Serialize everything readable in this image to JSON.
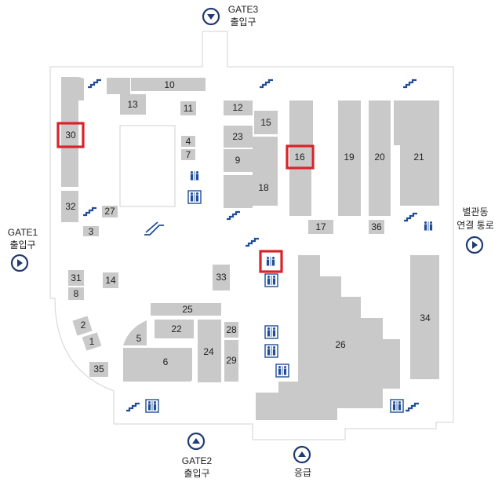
{
  "map": {
    "rooms": [
      "1",
      "2",
      "3",
      "4",
      "5",
      "6",
      "7",
      "8",
      "9",
      "10",
      "11",
      "12",
      "13",
      "14",
      "15",
      "16",
      "17",
      "18",
      "19",
      "20",
      "21",
      "22",
      "23",
      "24",
      "25",
      "26",
      "27",
      "28",
      "29",
      "30",
      "31",
      "32",
      "33",
      "34",
      "35",
      "36"
    ],
    "highlighted_rooms": [
      "30",
      "16"
    ],
    "highlighted_facility": "restroom",
    "colors": {
      "room": "#c9c9c9",
      "highlight": "#d8232a",
      "icon": "#1f4d9a",
      "gate": "#1f3b73"
    },
    "icons": {
      "stairs": "stairs-icon",
      "restroom": "restroom-icon",
      "escalator": "escalator-icon",
      "gate": "gate-arrow-icon"
    }
  },
  "gates": {
    "gate3": {
      "line1": "GATE3",
      "line2": "출입구",
      "direction": "down"
    },
    "gate1": {
      "line1": "GATE1",
      "line2": "출입구",
      "direction": "right"
    },
    "annex": {
      "line1": "별관동",
      "line2": "연결 통로",
      "direction": "right"
    },
    "gate2": {
      "line1": "GATE2",
      "line2": "출입구",
      "direction": "up"
    },
    "emergency": {
      "line1": "응급",
      "direction": "up"
    }
  }
}
